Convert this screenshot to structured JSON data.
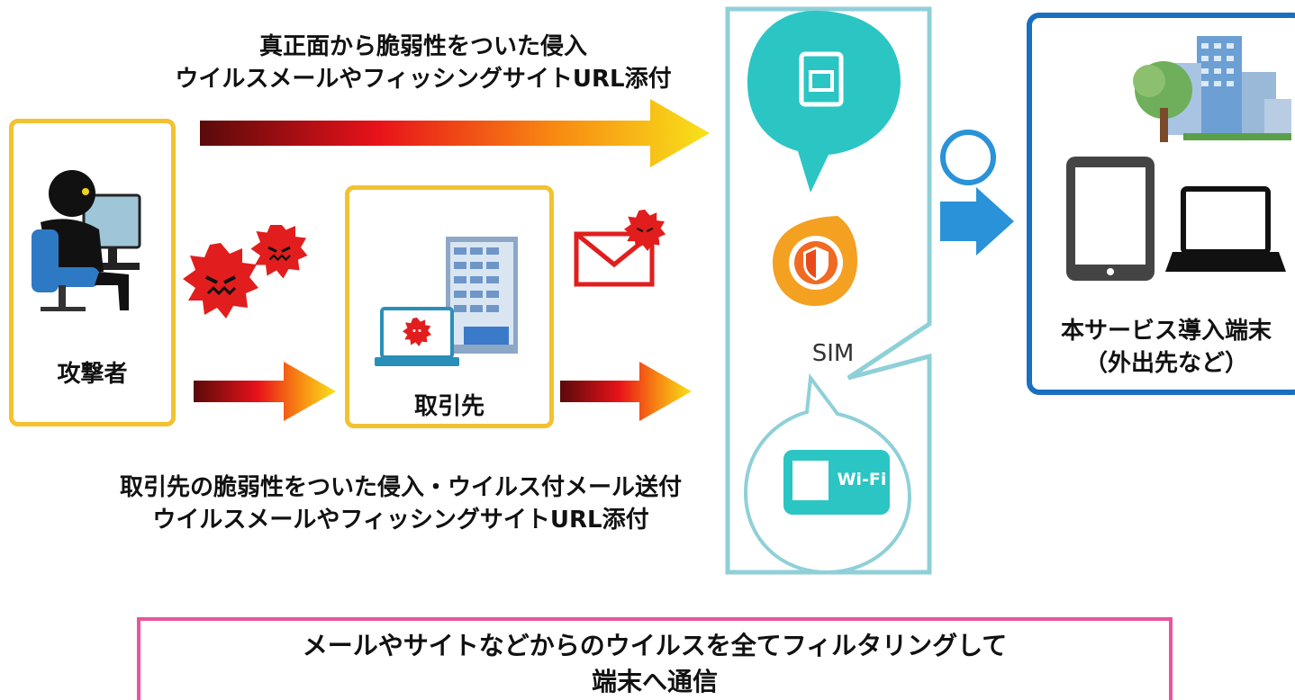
{
  "top_caption": {
    "line1": "真正面から脆弱性をついた侵入",
    "line2": "ウイルスメールやフィッシングサイトURL添付"
  },
  "bottom_caption": {
    "line1": "取引先の脆弱性をついた侵入・ウイルス付メール送付",
    "line2": "ウイルスメールやフィッシングサイトURL添付"
  },
  "attacker": {
    "label": "攻撃者"
  },
  "partner": {
    "label": "取引先"
  },
  "security_panel": {
    "sim_label": "SIM",
    "wifi_label": "Wi-Fi"
  },
  "target": {
    "line1": "本サービス導入端末",
    "line2": "（外出先など）"
  },
  "banner": {
    "line1": "メールやサイトなどからのウイルスを全てフィルタリングして",
    "line2": "端末へ通信"
  },
  "colors": {
    "yellow_box": "#f2c230",
    "teal": "#2bc5c4",
    "panel_border": "#8fd0d8",
    "blue_border": "#1a6fbf",
    "pink_border": "#e8559a",
    "virus_red": "#e21d1d"
  }
}
